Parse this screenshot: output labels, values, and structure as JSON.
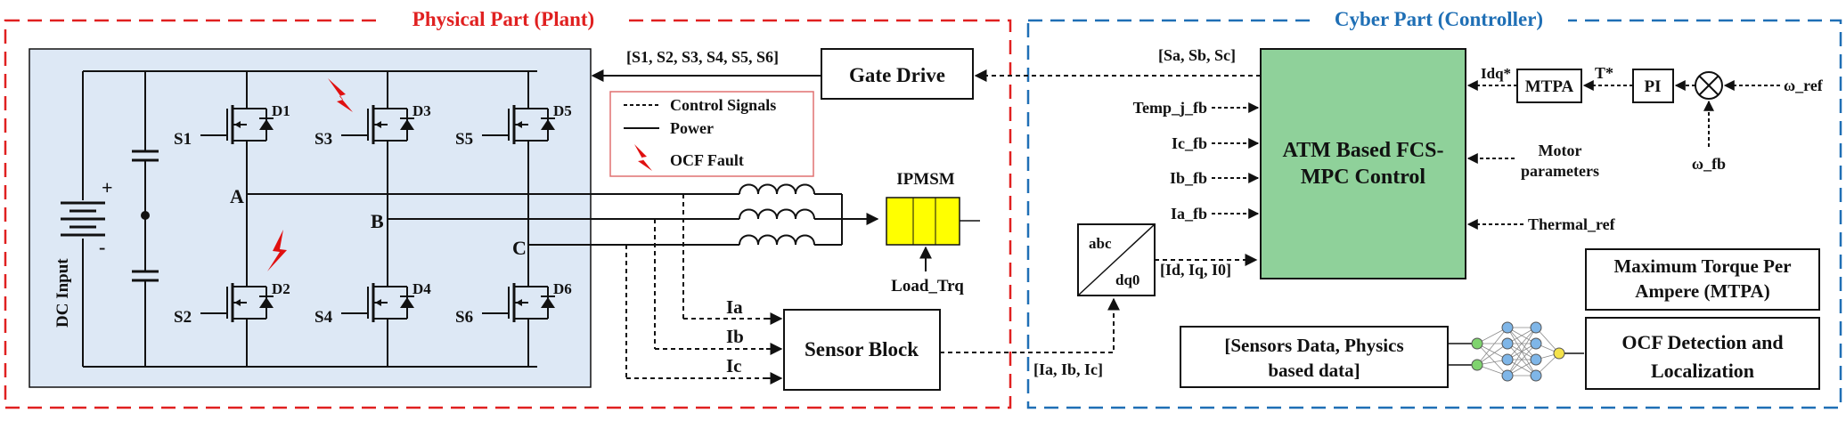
{
  "sections": {
    "physical_title": "Physical Part (Plant)",
    "cyber_title": "Cyber Part (Controller)"
  },
  "inverter": {
    "dc_input": "DC Input",
    "plus": "+",
    "minus": "-",
    "switches": [
      "S1",
      "S2",
      "S3",
      "S4",
      "S5",
      "S6"
    ],
    "diodes": [
      "D1",
      "D2",
      "D3",
      "D4",
      "D5",
      "D6"
    ],
    "phases": [
      "A",
      "B",
      "C"
    ]
  },
  "gate": {
    "signals_label": "[S1, S2, S3, S4, S5, S6]",
    "block": "Gate Drive"
  },
  "legend": {
    "control": "Control Signals",
    "power": "Power",
    "fault": "OCF Fault"
  },
  "motor": {
    "name": "IPMSM",
    "load": "Load_Trq"
  },
  "sensor": {
    "block": "Sensor Block",
    "currents": [
      "Ia",
      "Ib",
      "Ic"
    ],
    "out_label": "[Ia, Ib, Ic]"
  },
  "transform": {
    "top": "abc",
    "bottom": "dq0",
    "out_label": "[Id, Iq, I0]"
  },
  "controller": {
    "title_line1": "ATM Based FCS-",
    "title_line2": "MPC Control",
    "out_label": "[Sa, Sb, Sc]",
    "inputs": [
      "Temp_j_fb",
      "Ic_fb",
      "Ib_fb",
      "Ia_fb"
    ],
    "motor_params": [
      "Motor",
      "parameters"
    ],
    "thermal_ref": "Thermal_ref",
    "idq": "Idq*"
  },
  "speed_loop": {
    "mtpa": "MTPA",
    "torque": "T*",
    "pi": "PI",
    "w_ref": "ω_ref",
    "w_fb": "ω_fb"
  },
  "mtpa_box": [
    "Maximum Torque Per",
    "Ampere (MTPA)"
  ],
  "data_box": [
    "[Sensors Data, Physics",
    "based data]"
  ],
  "ocf_box": [
    "OCF Detection and",
    "Localization"
  ],
  "colors": {
    "physical_border": "#e02020",
    "cyber_border": "#1f6fb5",
    "plant_fill": "#dde8f5",
    "motor_fill": "#ffff00",
    "fault": "#e01010"
  }
}
